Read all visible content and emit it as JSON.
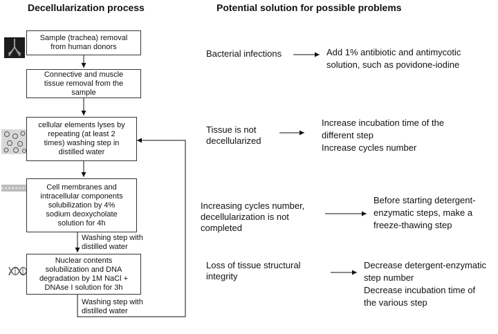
{
  "headings": {
    "left": "Decellularization process",
    "right": "Potential solution for possible problems"
  },
  "process_steps": [
    [
      "Sample (trachea) removal",
      "from human donors"
    ],
    [
      "Connective and muscle",
      "tissue removal from the",
      "sample"
    ],
    [
      "cellular elements lyses by",
      "repeating (at least 2",
      "times) washing step in",
      "distilled water"
    ],
    [
      "Cell membranes and",
      "intracellular components",
      "solubilization by 4%",
      "sodium deoxycholate",
      "solution for 4h"
    ],
    [
      "Nuclear contents",
      "solubilization and DNA",
      "degradation by 1M NaCl +",
      "DNAse I solution for 3h"
    ]
  ],
  "washing_labels": [
    [
      "Washing step with",
      "distilled water"
    ],
    [
      "Washing step with",
      "distilled water"
    ]
  ],
  "problems": [
    {
      "problem": [
        "Bacterial infections"
      ],
      "solution": [
        "Add 1% antibiotic and antimycotic",
        "solution, such as povidone-iodine"
      ]
    },
    {
      "problem": [
        "Tissue is not",
        "decellularized"
      ],
      "solution": [
        "Increase incubation time of the",
        "different step",
        "Increase cycles number"
      ]
    },
    {
      "problem": [
        "Increasing cycles number,",
        "decellularization is not",
        "completed"
      ],
      "solution": [
        "Before starting detergent-",
        "enzymatic steps, make a",
        "freeze-thawing step"
      ]
    },
    {
      "problem": [
        "Loss of tissue structural",
        "integrity"
      ],
      "solution": [
        "Decrease detergent-enzymatic",
        "step number",
        "Decrease incubation time of",
        "the various step"
      ]
    }
  ]
}
